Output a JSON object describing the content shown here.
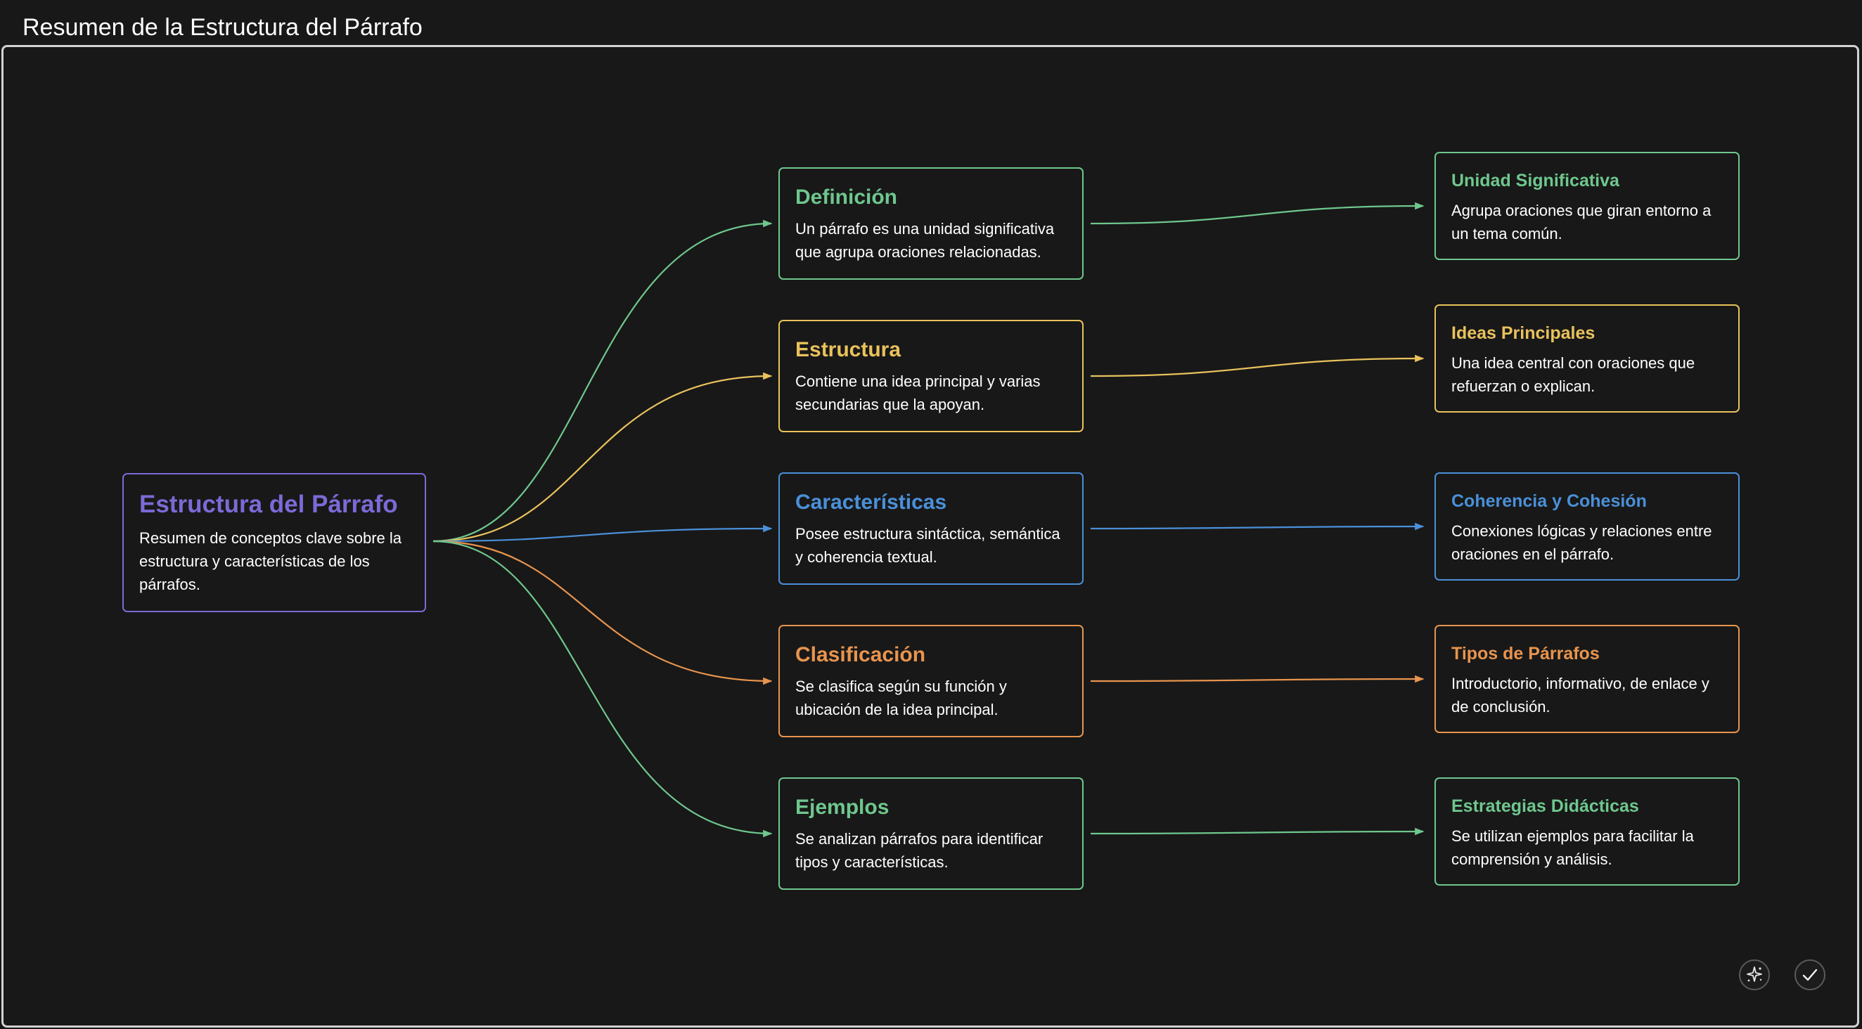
{
  "window": {
    "title": "Resumen de la Estructura del Párrafo"
  },
  "root": {
    "title": "Estructura del Párrafo",
    "desc": "Resumen de conceptos clave sobre la estructura y características de los párrafos.",
    "color": "#7b6ad6"
  },
  "branches": [
    {
      "title": "Definición",
      "desc": "Un párrafo es una unidad significativa que agrupa oraciones relacionadas.",
      "color": "#6fc78e",
      "leaf": {
        "title": "Unidad Significativa",
        "desc": "Agrupa oraciones que giran entorno a un tema común."
      }
    },
    {
      "title": "Estructura",
      "desc": "Contiene una idea principal y varias secundarias que la apoyan.",
      "color": "#e9c25c",
      "leaf": {
        "title": "Ideas Principales",
        "desc": "Una idea central con oraciones que refuerzan o explican."
      }
    },
    {
      "title": "Características",
      "desc": "Posee estructura sintáctica, semántica y coherencia textual.",
      "color": "#4a90d9",
      "leaf": {
        "title": "Coherencia y Cohesión",
        "desc": "Conexiones lógicas y relaciones entre oraciones en el párrafo."
      }
    },
    {
      "title": "Clasificación",
      "desc": "Se clasifica según su función y ubicación de la idea principal.",
      "color": "#e8944e",
      "leaf": {
        "title": "Tipos de Párrafos",
        "desc": "Introductorio, informativo, de enlace y de conclusión."
      }
    },
    {
      "title": "Ejemplos",
      "desc": "Se analizan párrafos para identificar tipos y características.",
      "color": "#6fc78e",
      "leaf": {
        "title": "Estrategias Didácticas",
        "desc": "Se utilizan ejemplos para facilitar la comprensión y análisis."
      }
    }
  ],
  "toolbar": {
    "magic_icon": "sparkles-icon",
    "confirm_icon": "checkmark-icon"
  }
}
